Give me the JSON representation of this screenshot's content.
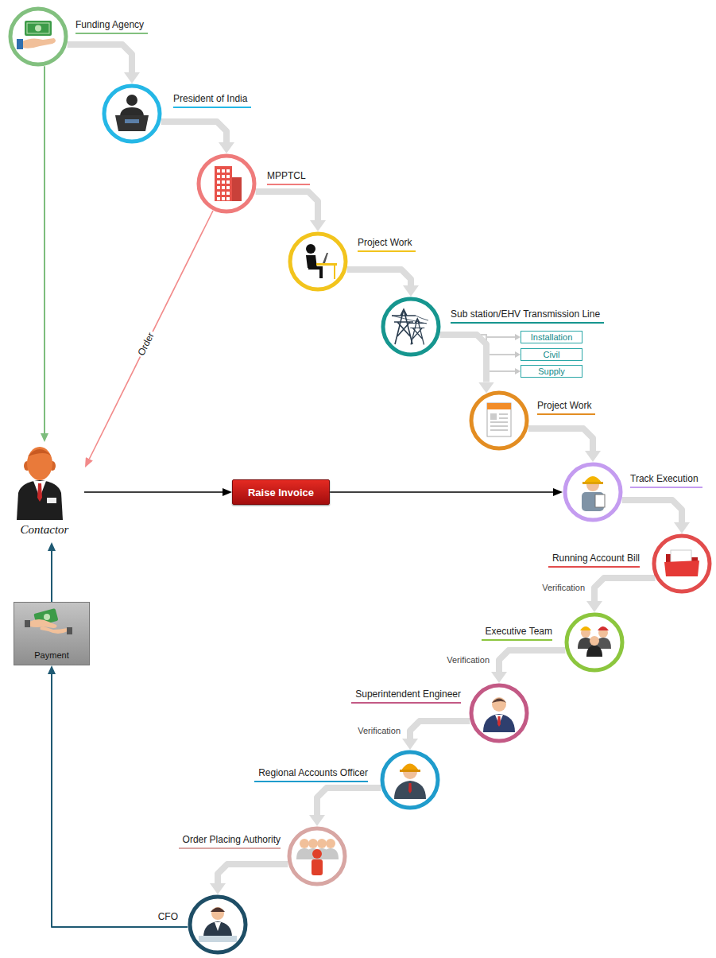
{
  "diagram": {
    "nodes": [
      {
        "text": [
          "Funding Agency"
        ]
      },
      {
        "text": [
          "President of India"
        ]
      },
      {
        "text": [
          "MPPTCL"
        ]
      },
      {
        "text": [
          "Project Work"
        ]
      },
      {
        "text": [
          "Sub station/EHV Transmission Line"
        ]
      },
      {
        "text": [
          "Installation"
        ]
      },
      {
        "text": [
          "Civil"
        ]
      },
      {
        "text": [
          "Supply"
        ]
      },
      {
        "text": [
          "Project Work"
        ]
      },
      {
        "text": [
          "Contactor"
        ]
      },
      {
        "text": [
          "Raise Invoice"
        ]
      },
      {
        "text": [
          "Track Execution"
        ]
      },
      {
        "text": [
          "Running Account Bill"
        ]
      },
      {
        "text": [
          "Executive Team"
        ]
      },
      {
        "text": [
          "Superintendent Engineer"
        ]
      },
      {
        "text": [
          "Regional Accounts Officer"
        ]
      },
      {
        "text": [
          "Order Placing Authority"
        ]
      },
      {
        "text": [
          "CFO"
        ]
      },
      {
        "text": [
          "Payment"
        ]
      }
    ],
    "edges": [
      {
        "from": 0,
        "to": 1,
        "arrow": "to"
      },
      {
        "from": 1,
        "to": 2,
        "arrow": "to"
      },
      {
        "from": 2,
        "to": 3,
        "arrow": "to"
      },
      {
        "from": 3,
        "to": 4,
        "arrow": "to"
      },
      {
        "from": 4,
        "to": 5,
        "arrow": "to"
      },
      {
        "from": 4,
        "to": 6,
        "arrow": "to"
      },
      {
        "from": 4,
        "to": 7,
        "arrow": "to"
      },
      {
        "from": 4,
        "to": 8,
        "arrow": "to"
      },
      {
        "from": 8,
        "to": 11,
        "arrow": "to"
      },
      {
        "from": 11,
        "to": 12,
        "arrow": "to"
      },
      {
        "from": 12,
        "to": 13,
        "label": "Verification",
        "arrow": "to"
      },
      {
        "from": 13,
        "to": 14,
        "label": "Verification",
        "arrow": "to"
      },
      {
        "from": 14,
        "to": 15,
        "label": "Verification",
        "arrow": "to"
      },
      {
        "from": 15,
        "to": 16,
        "arrow": "to"
      },
      {
        "from": 16,
        "to": 17,
        "arrow": "to"
      },
      {
        "from": 17,
        "to": 18,
        "arrow": "to"
      },
      {
        "from": 18,
        "to": 9,
        "arrow": "to"
      },
      {
        "from": 0,
        "to": 9,
        "arrow": "to"
      },
      {
        "from": 2,
        "to": 9,
        "label": "Order",
        "arrow": "to"
      },
      {
        "from": 9,
        "to": 10,
        "arrow": "to"
      },
      {
        "from": 10,
        "to": 11,
        "arrow": "to"
      }
    ]
  }
}
